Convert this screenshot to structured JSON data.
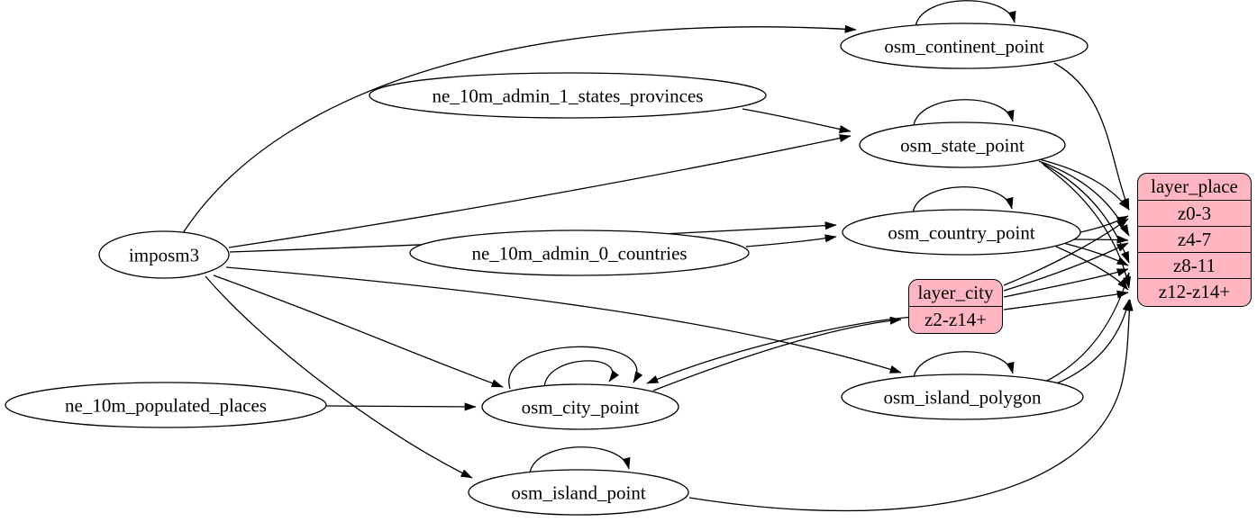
{
  "diagram": {
    "kind": "graphviz-etl-graph",
    "background_color": "#ffffff",
    "edge_color": "#000000",
    "ellipse_fill": "#ffffff",
    "record_fill": "#ffb6c1",
    "border_color": "#000000"
  },
  "nodes": {
    "imposm3": {
      "label": "imposm3"
    },
    "ne_10m_admin_1_states_provinces": {
      "label": "ne_10m_admin_1_states_provinces"
    },
    "ne_10m_admin_0_countries": {
      "label": "ne_10m_admin_0_countries"
    },
    "ne_10m_populated_places": {
      "label": "ne_10m_populated_places"
    },
    "osm_continent_point": {
      "label": "osm_continent_point"
    },
    "osm_state_point": {
      "label": "osm_state_point"
    },
    "osm_country_point": {
      "label": "osm_country_point"
    },
    "osm_city_point": {
      "label": "osm_city_point"
    },
    "osm_island_polygon": {
      "label": "osm_island_polygon"
    },
    "osm_island_point": {
      "label": "osm_island_point"
    },
    "layer_city": {
      "title": "layer_city",
      "rows": [
        "z2-z14+"
      ]
    },
    "layer_place": {
      "title": "layer_place",
      "rows": [
        "z0-3",
        "z4-7",
        "z8-11",
        "z12-z14+"
      ]
    }
  },
  "edges": [
    "imposm3 -> osm_continent_point",
    "imposm3 -> osm_state_point",
    "imposm3 -> osm_country_point",
    "imposm3 -> osm_city_point",
    "imposm3 -> osm_island_polygon",
    "imposm3 -> osm_island_point",
    "ne_10m_admin_1_states_provinces -> osm_state_point",
    "ne_10m_admin_0_countries -> osm_country_point",
    "ne_10m_populated_places -> osm_city_point",
    "osm_continent_point -> osm_continent_point",
    "osm_state_point -> osm_state_point",
    "osm_country_point -> osm_country_point",
    "osm_city_point -> osm_city_point",
    "osm_city_point -> osm_city_point",
    "osm_island_polygon -> osm_island_polygon",
    "osm_island_point -> osm_island_point",
    "osm_city_point -> layer_city:z2-z14+",
    "layer_city -> osm_city_point",
    "osm_continent_point -> layer_place:z0-3",
    "osm_state_point -> layer_place:z0-3",
    "osm_state_point -> layer_place:z4-7",
    "osm_state_point -> layer_place:z8-11",
    "osm_state_point -> layer_place:z12-z14+",
    "osm_country_point -> layer_place:z0-3",
    "osm_country_point -> layer_place:z4-7",
    "osm_country_point -> layer_place:z8-11",
    "osm_country_point -> layer_place:z12-z14+",
    "layer_city -> layer_place:z0-3",
    "layer_city -> layer_place:z4-7",
    "layer_city -> layer_place:z8-11",
    "layer_city -> layer_place:z12-z14+",
    "osm_island_polygon -> layer_place:z8-11",
    "osm_island_polygon -> layer_place:z12-z14+",
    "osm_island_point -> layer_place:z12-z14+"
  ]
}
